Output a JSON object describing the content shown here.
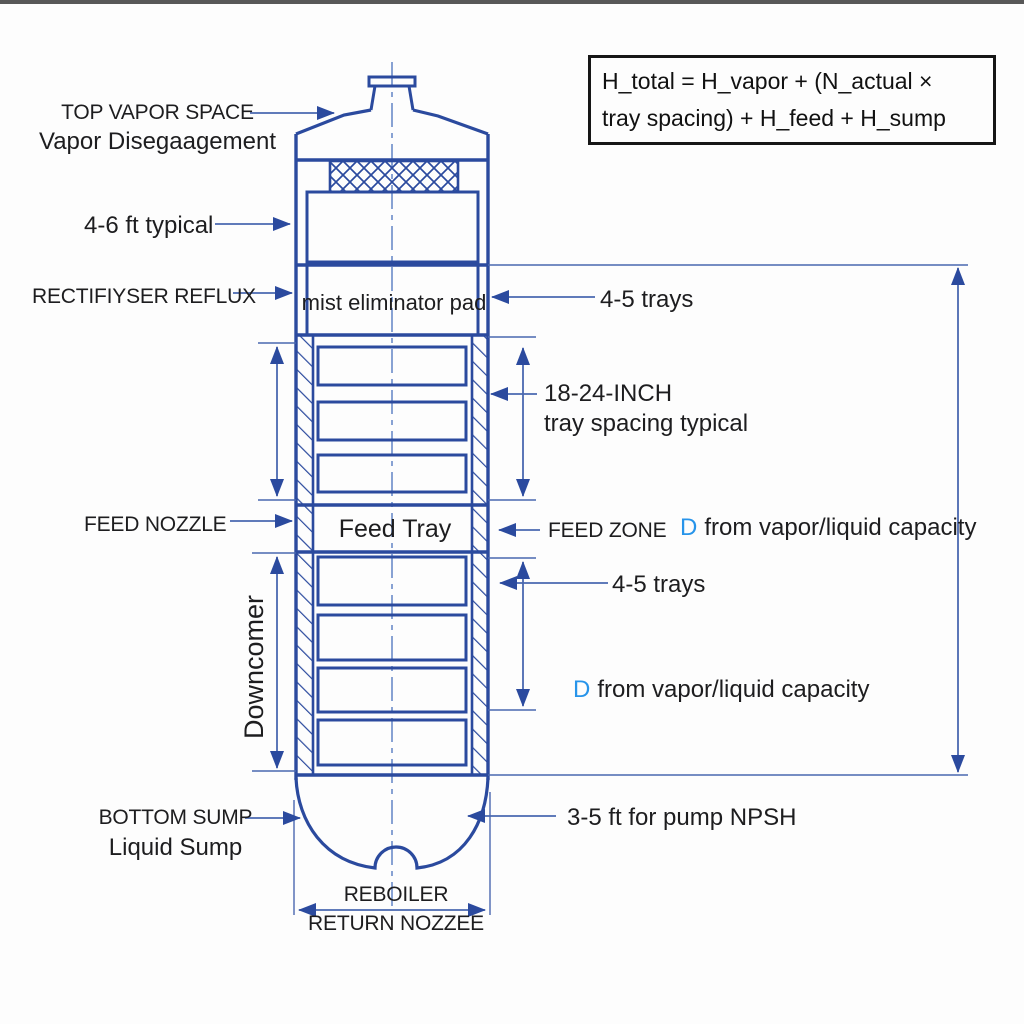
{
  "colors": {
    "line_blue": "#2b4a9e",
    "dim_blue": "#4a68b0",
    "centerline_blue": "#6b8cc9",
    "accent_blue": "#2794ea",
    "text_dark": "#1d1d1f"
  },
  "formula": {
    "line1": "H_total = H_vapor + (N_actual ×",
    "line2": "tray spacing) + H_feed + H_sump"
  },
  "labels": {
    "top_space_title": "TOP VAPOR SPACE",
    "top_space_sub": "Vapor Disegaagement",
    "top_height": "4-6 ft typical",
    "reflux": "RECTIFIYSER REFLUX",
    "mist_pad": "mist eliminator pad",
    "upper_tray_count": "4-5 trays",
    "tray_spacing_1": "18-24-INCH",
    "tray_spacing_2": "tray spacing typical",
    "feed_nozzle": "FEED NOZZLE",
    "feed_tray": "Feed Tray",
    "feed_zone": "FEED ZONE",
    "feed_zone_d": "D",
    "feed_zone_note": "from vapor/liquid capacity",
    "lower_tray_count": "4-5 trays",
    "lower_d": "D",
    "lower_note": "from vapor/liquid capacity",
    "downcomer": "Downcomer",
    "bottom_sump_title": "BOTTOM SUMP",
    "bottom_sump_sub": "Liquid Sump",
    "npsh": "3-5 ft for pump NPSH",
    "reboiler_1": "REBOILER",
    "reboiler_2": "RETURN NOZZEE"
  }
}
